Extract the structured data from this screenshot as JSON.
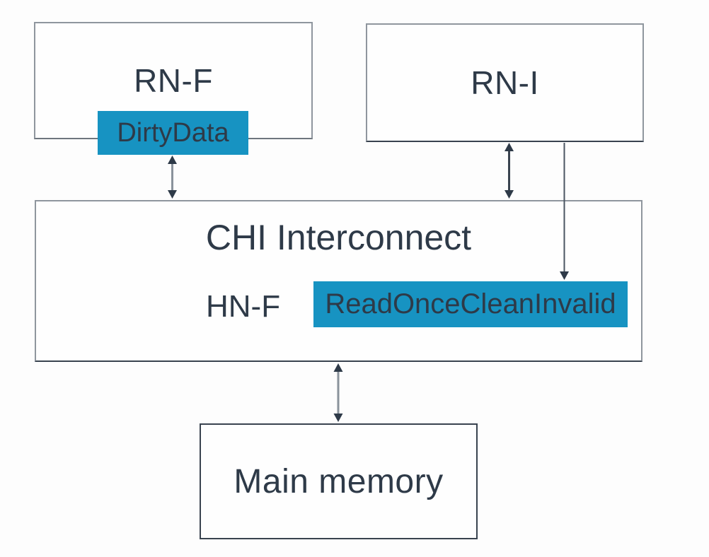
{
  "diagram": {
    "nodes": {
      "rnf": {
        "label": "RN-F"
      },
      "rni": {
        "label": "RN-I"
      },
      "chi": {
        "title": "CHI Interconnect",
        "hnf_label": "HN-F"
      },
      "main_memory": {
        "label": "Main memory"
      }
    },
    "badges": {
      "dirty_data": {
        "label": "DirtyData"
      },
      "read_once": {
        "label": "ReadOnceCleanInvalid"
      }
    },
    "edges": [
      {
        "id": "rnf-chi",
        "from": "RN-F / DirtyData",
        "to": "CHI Interconnect",
        "style": "bidirectional-vertical-arrow"
      },
      {
        "id": "rni-chi",
        "from": "RN-I",
        "to": "CHI Interconnect",
        "style": "bidirectional-vertical-arrow"
      },
      {
        "id": "rni-readonce",
        "from": "RN-I",
        "to": "ReadOnceCleanInvalid",
        "style": "unidirectional-down-arrow"
      },
      {
        "id": "chi-memory",
        "from": "CHI Interconnect / HN-F",
        "to": "Main memory",
        "style": "bidirectional-vertical-arrow"
      }
    ],
    "colors": {
      "accent_blue": "#1793c2",
      "text_dark": "#2e3a48",
      "border_gray": "#8f969e",
      "border_dark": "#39434f",
      "arrow_head": "#2e3a48",
      "arrow_shaft_light": "#8a939c",
      "background": "#fdfdfd"
    }
  }
}
